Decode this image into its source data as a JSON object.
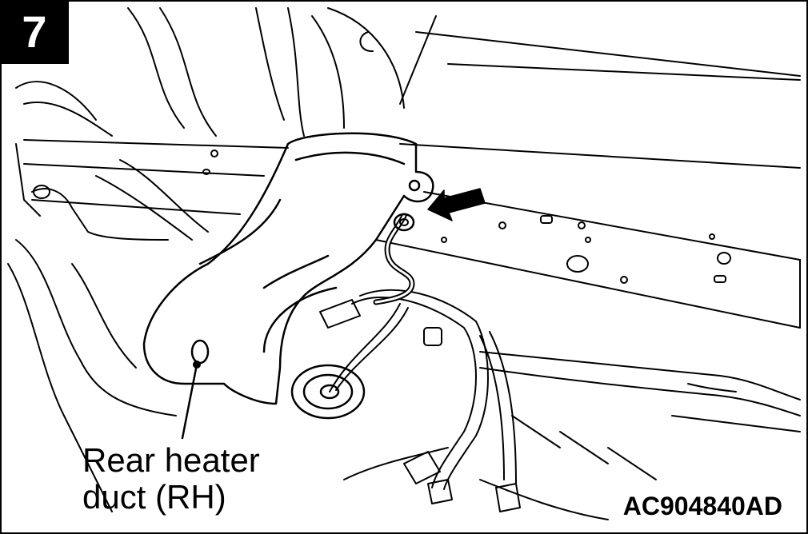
{
  "figure": {
    "step_number": "7",
    "callout": {
      "line1": "Rear heater",
      "line2": "duct (RH)"
    },
    "figure_id": "AC904840AD"
  }
}
